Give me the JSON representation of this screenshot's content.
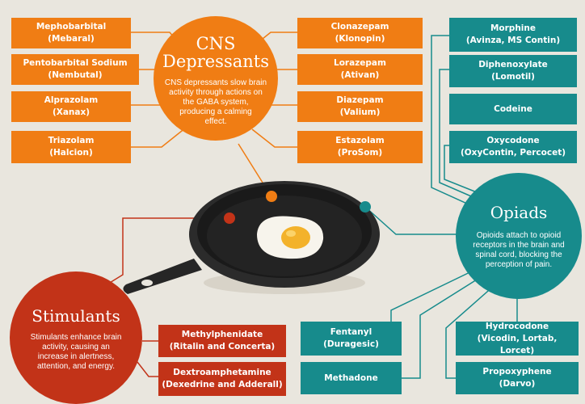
{
  "colors": {
    "cns": "#f07d14",
    "opiads": "#178b8c",
    "stimulants": "#c23318",
    "background": "#e9e6de"
  },
  "cns": {
    "title": "CNS\nDepressants",
    "description": "CNS depressants slow brain\nactivity through actions on\nthe GABA system,\nproducing a calming\neffect.",
    "drugs": [
      "Mephobarbital\n(Mebaral)",
      "Pentobarbital Sodium\n(Nembutal)",
      "Alprazolam\n(Xanax)",
      "Triazolam\n(Halcion)",
      "Clonazepam\n(Klonopin)",
      "Lorazepam\n(Ativan)",
      "Diazepam\n(Valium)",
      "Estazolam\n(ProSom)"
    ]
  },
  "opiads": {
    "title": "Opiads",
    "description": "Opioids attach to opioid\nreceptors in the brain and\nspinal cord, blocking the\nperception of pain.",
    "drugs": [
      "Morphine\n(Avinza, MS Contin)",
      "Diphenoxylate\n(Lomotil)",
      "Codeine",
      "Oxycodone\n(OxyContin, Percocet)",
      "Fentanyl\n(Duragesic)",
      "Methadone",
      "Hydrocodone\n(Vicodin, Lortab, Lorcet)",
      "Propoxyphene\n(Darvo)"
    ]
  },
  "stimulants": {
    "title": "Stimulants",
    "description": "Stimulants enhance brain\nactivity, causing an\nincrease in alertness,\nattention, and energy.",
    "drugs": [
      "Methylphenidate\n(Ritalin and Concerta)",
      "Dextroamphetamine\n(Dexedrine and Adderall)"
    ]
  }
}
